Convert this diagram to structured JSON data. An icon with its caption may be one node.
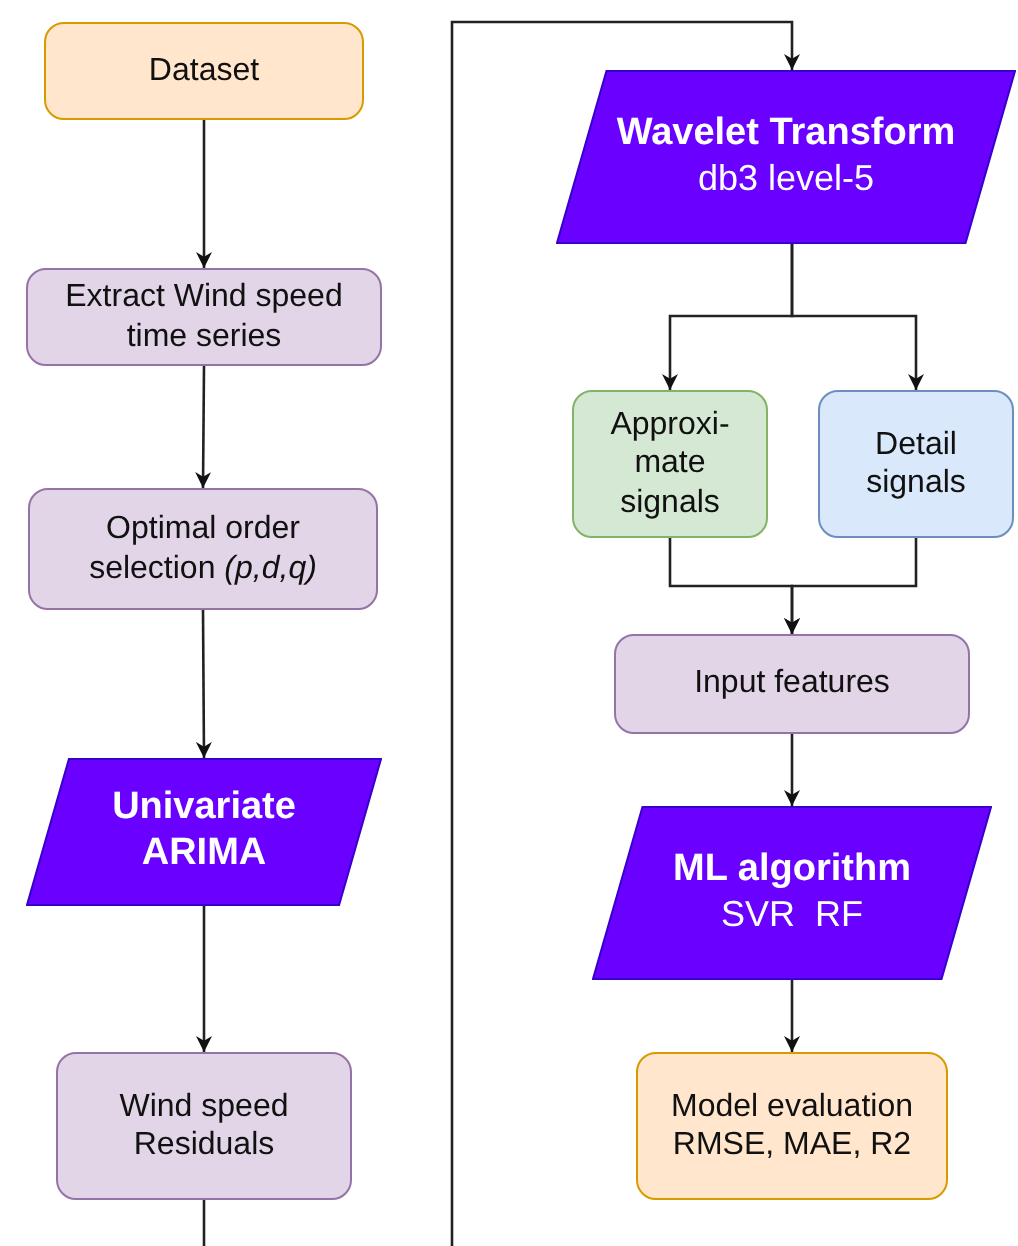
{
  "diagram": {
    "nodes": [
      {
        "text": [
          "Dataset"
        ]
      },
      {
        "text": [
          "Extract Wind speed time series"
        ]
      },
      {
        "text": [
          "Optimal order selection *(p,d,q)*"
        ]
      },
      {
        "text": [
          "Univariate ARIMA"
        ]
      },
      {
        "text": [
          "Wind speed Residuals"
        ]
      },
      {
        "text": [
          "Wavelet Transform",
          "db3 level-5"
        ]
      },
      {
        "text": [
          "Approxi- mate signals"
        ]
      },
      {
        "text": [
          "Detail signals"
        ]
      },
      {
        "text": [
          "Input features"
        ]
      },
      {
        "text": [
          "ML algorithm",
          "SVR  RF"
        ]
      },
      {
        "text": [
          "Model evaluation RMSE, MAE, R2"
        ]
      }
    ],
    "edges": [
      {
        "from": 0,
        "to": 1,
        "arrow": "to"
      },
      {
        "from": 1,
        "to": 2,
        "arrow": "to"
      },
      {
        "from": 2,
        "to": 3,
        "arrow": "to"
      },
      {
        "from": 3,
        "to": 4,
        "arrow": "to"
      },
      {
        "from": 4,
        "to": 5,
        "arrow": "to"
      },
      {
        "from": 5,
        "to": 6,
        "arrow": "to"
      },
      {
        "from": 5,
        "to": 7,
        "arrow": "to"
      },
      {
        "from": 6,
        "to": 8,
        "arrow": "to"
      },
      {
        "from": 7,
        "to": 8,
        "arrow": "to"
      },
      {
        "from": 8,
        "to": 9,
        "arrow": "to"
      },
      {
        "from": 9,
        "to": 10,
        "arrow": "to"
      }
    ]
  }
}
